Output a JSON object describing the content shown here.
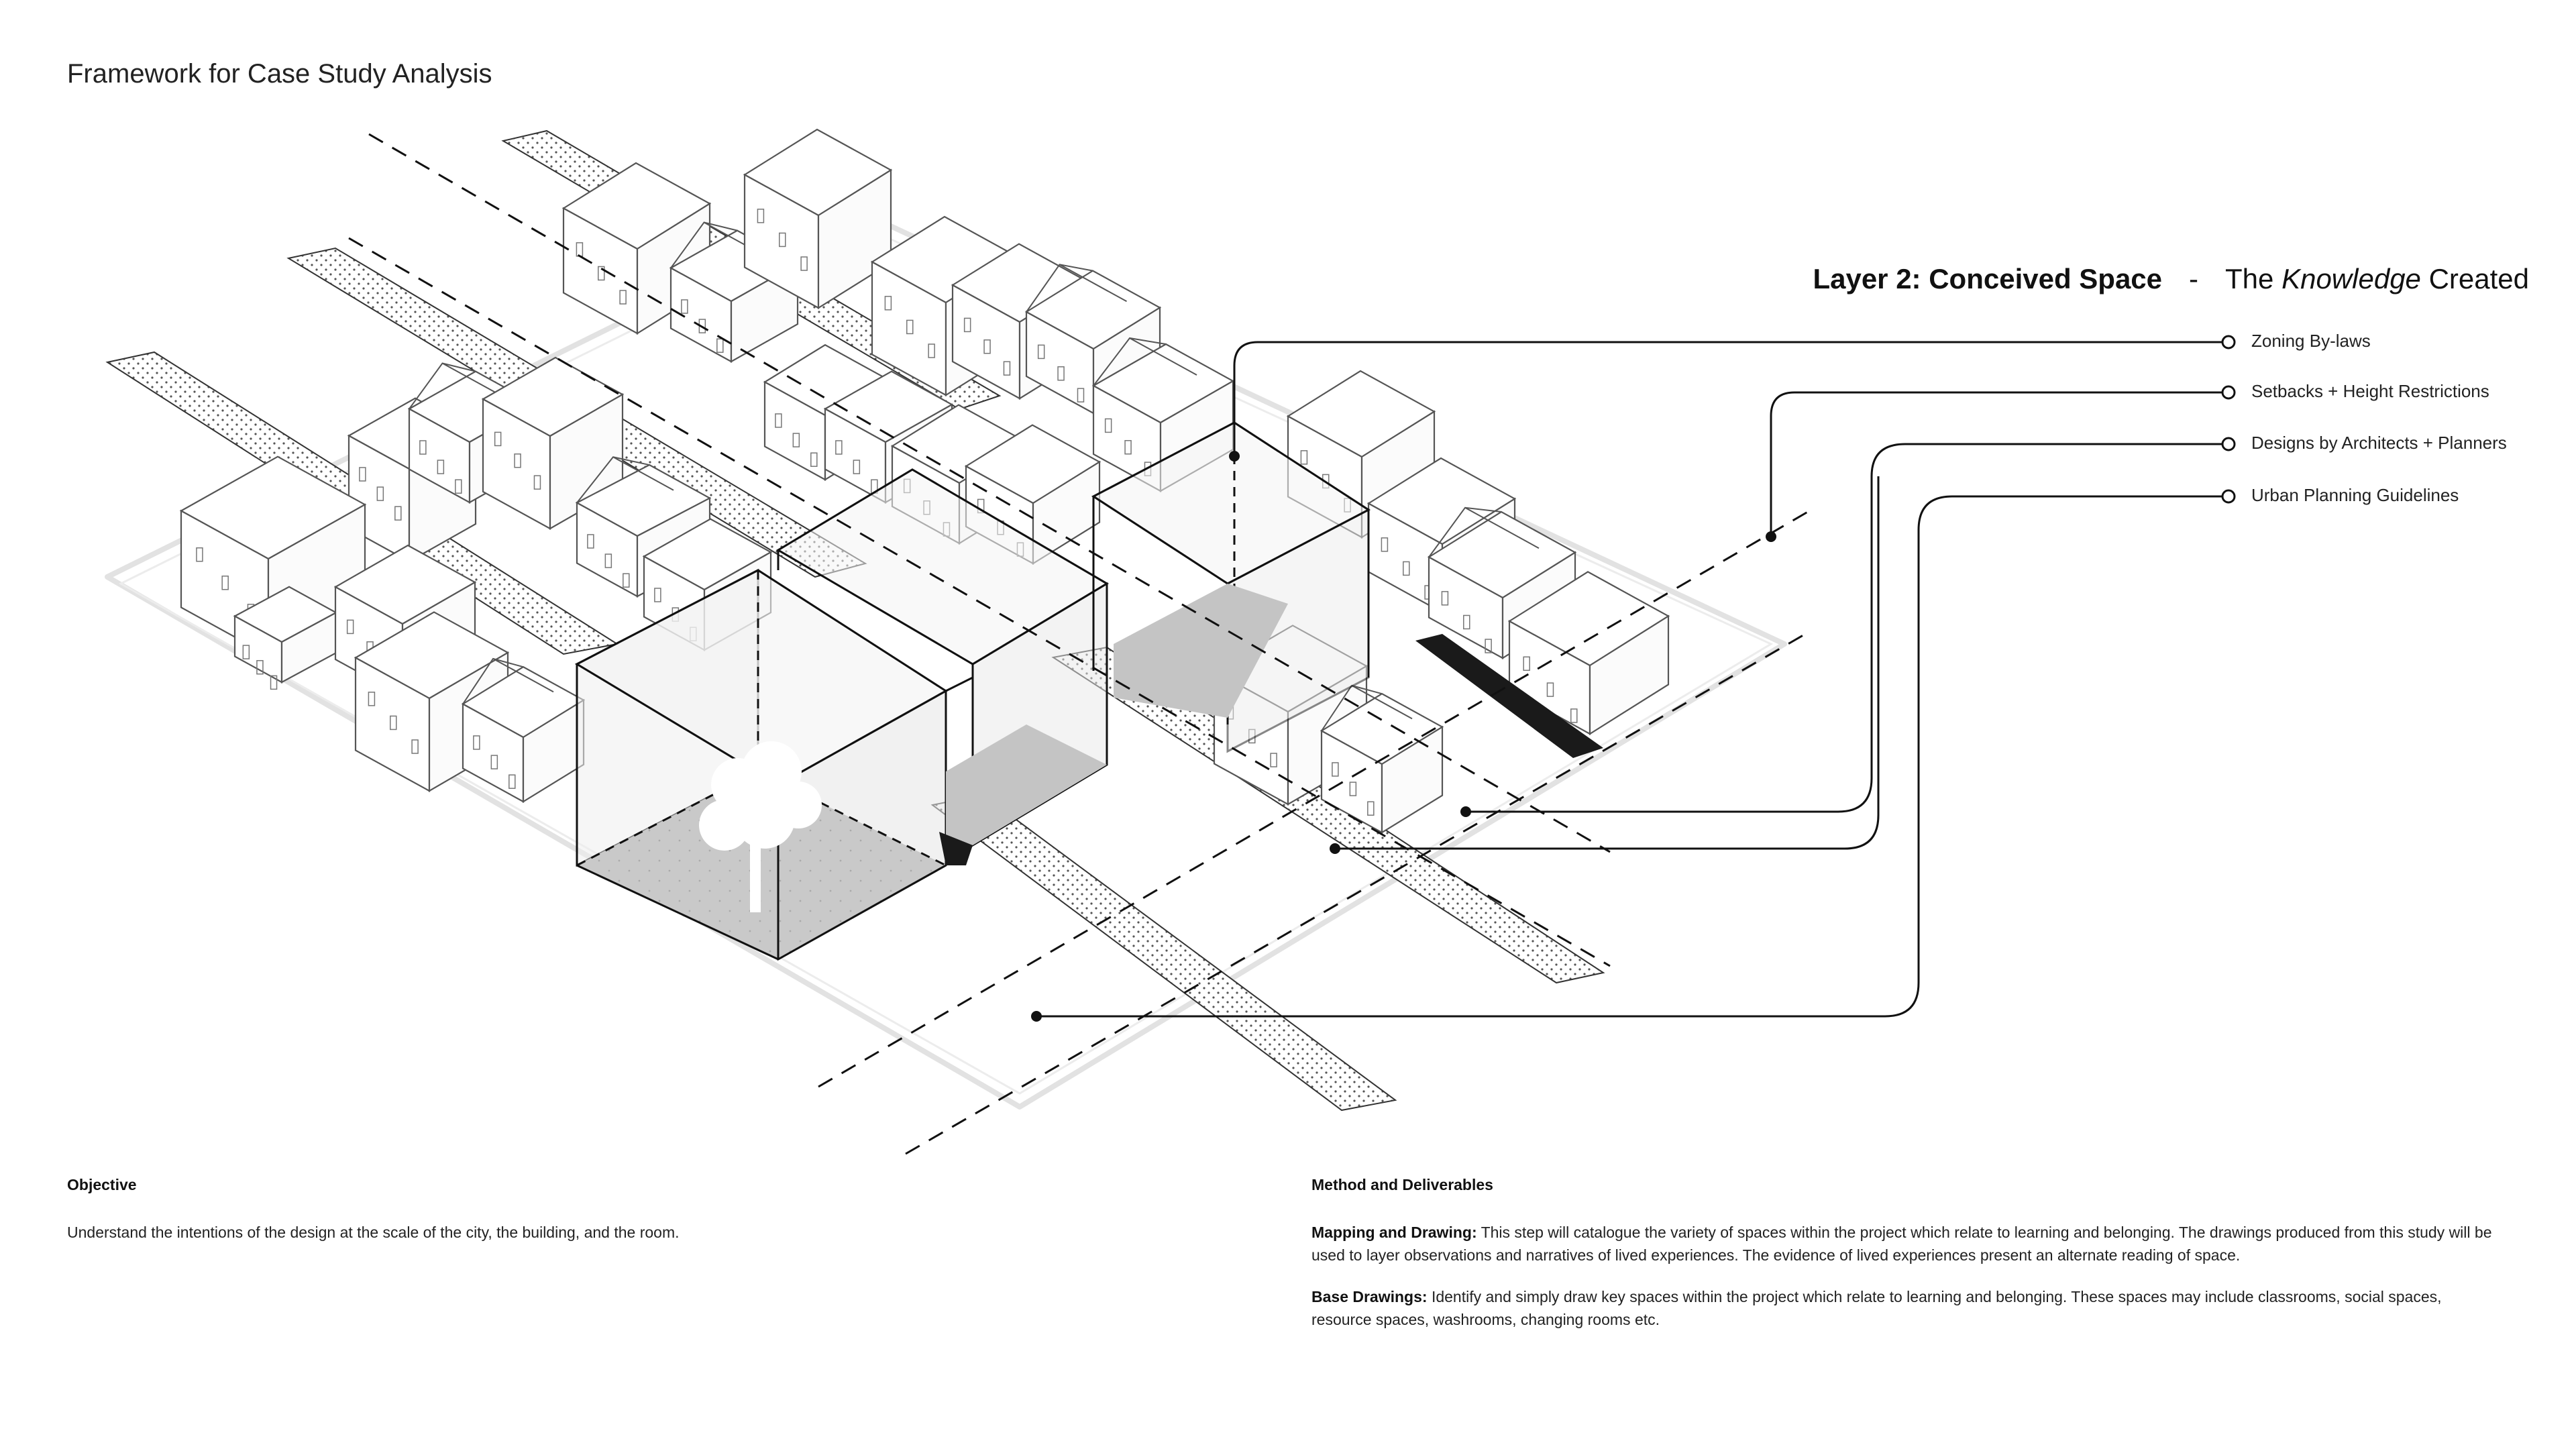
{
  "page": {
    "title": "Framework for Case Study Analysis"
  },
  "layer": {
    "name": "Layer 2: Conceived Space",
    "separator": "-",
    "subtitle_prefix": "The",
    "subtitle_emphasis": "Knowledge",
    "subtitle_suffix": "Created"
  },
  "legend": [
    {
      "label": "Zoning By-laws"
    },
    {
      "label": "Setbacks + Height Restrictions"
    },
    {
      "label": "Designs by Architects + Planners"
    },
    {
      "label": "Urban Planning Guidelines"
    }
  ],
  "objective": {
    "heading": "Objective",
    "text": "Understand the intentions of the design at the scale of the city, the building, and the room."
  },
  "method": {
    "heading": "Method and Deliverables",
    "items": [
      {
        "label": "Mapping and Drawing:",
        "text": "This step will catalogue the variety of spaces within the project which relate to learning and belonging. The drawings produced from this study will be used to layer observations and narratives of lived experiences. The evidence of lived experiences present an alternate reading of space."
      },
      {
        "label": "Base Drawings:",
        "text": "Identify and simply draw key spaces within the project which relate to learning and belonging. These spaces may include classrooms, social spaces, resource spaces, washrooms, changing rooms etc."
      }
    ]
  },
  "colors": {
    "ink": "#111111",
    "line_light": "#9a9a9a",
    "ground_fill": "#f1f1f1",
    "volume_fill": "#e4e4e4",
    "shadow_fill": "#c9c9c9",
    "dark_fill": "#1a1a1a"
  }
}
